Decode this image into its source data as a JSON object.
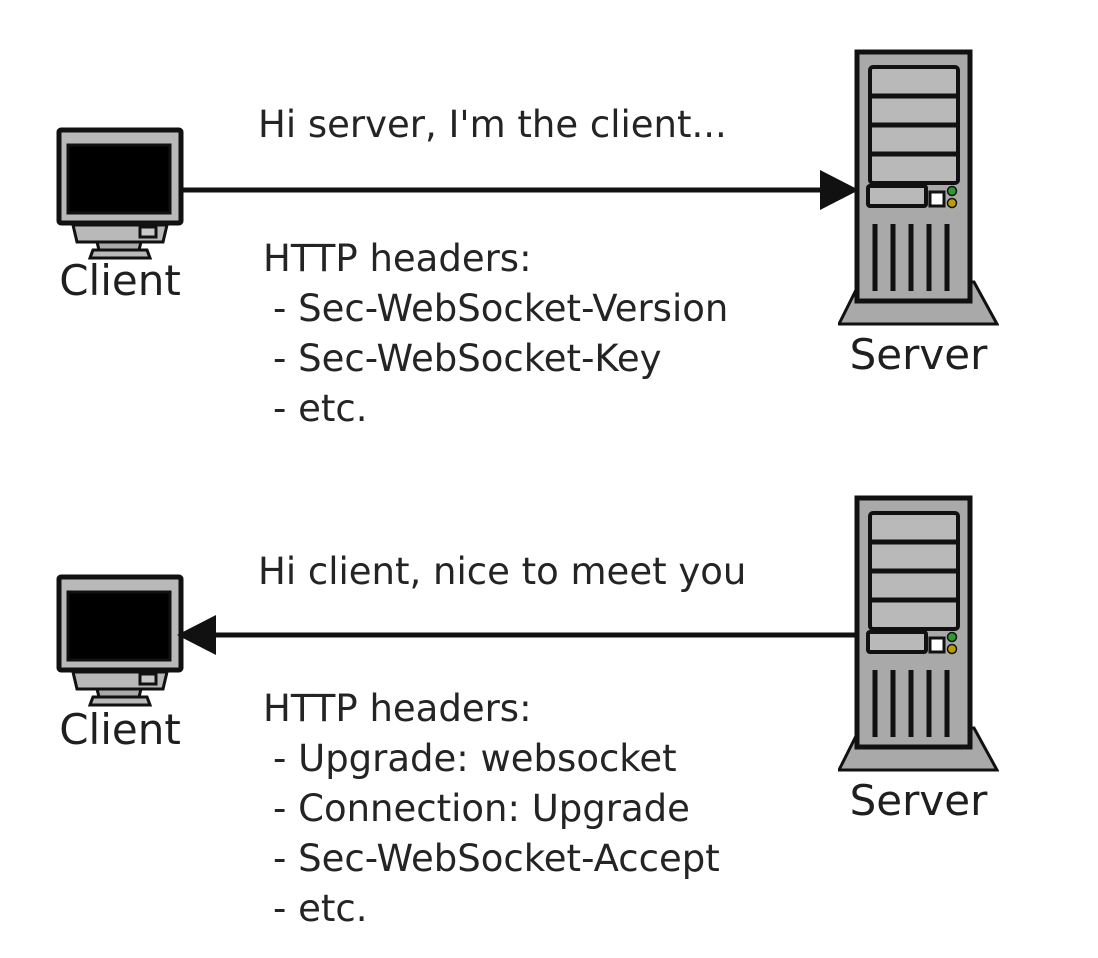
{
  "panels": [
    {
      "client_label": "Client",
      "server_label": "Server",
      "message": "Hi server, I'm the client...",
      "headers_title": "HTTP headers:",
      "headers": [
        "- Sec-WebSocket-Version",
        "- Sec-WebSocket-Key",
        "- etc."
      ],
      "arrow_direction": "client-to-server"
    },
    {
      "client_label": "Client",
      "server_label": "Server",
      "message": "Hi client, nice to meet you",
      "headers_title": "HTTP headers:",
      "headers": [
        "- Upgrade: websocket",
        "- Connection: Upgrade",
        "- Sec-WebSocket-Accept",
        "- etc."
      ],
      "arrow_direction": "server-to-client"
    }
  ],
  "icons": {
    "client": "desktop-computer-icon",
    "server": "tower-server-icon",
    "request_arrow": "arrow-right-icon",
    "response_arrow": "arrow-left-icon"
  },
  "colors": {
    "background": "#ffffff",
    "outline": "#111111",
    "device_body": "#a9a9a9",
    "device_panel": "#b9b9b9",
    "screen": "#000000",
    "button_white": "#ffffff",
    "led_green": "#2e9b2e",
    "led_yellow": "#b8a000",
    "text": "#242424"
  }
}
